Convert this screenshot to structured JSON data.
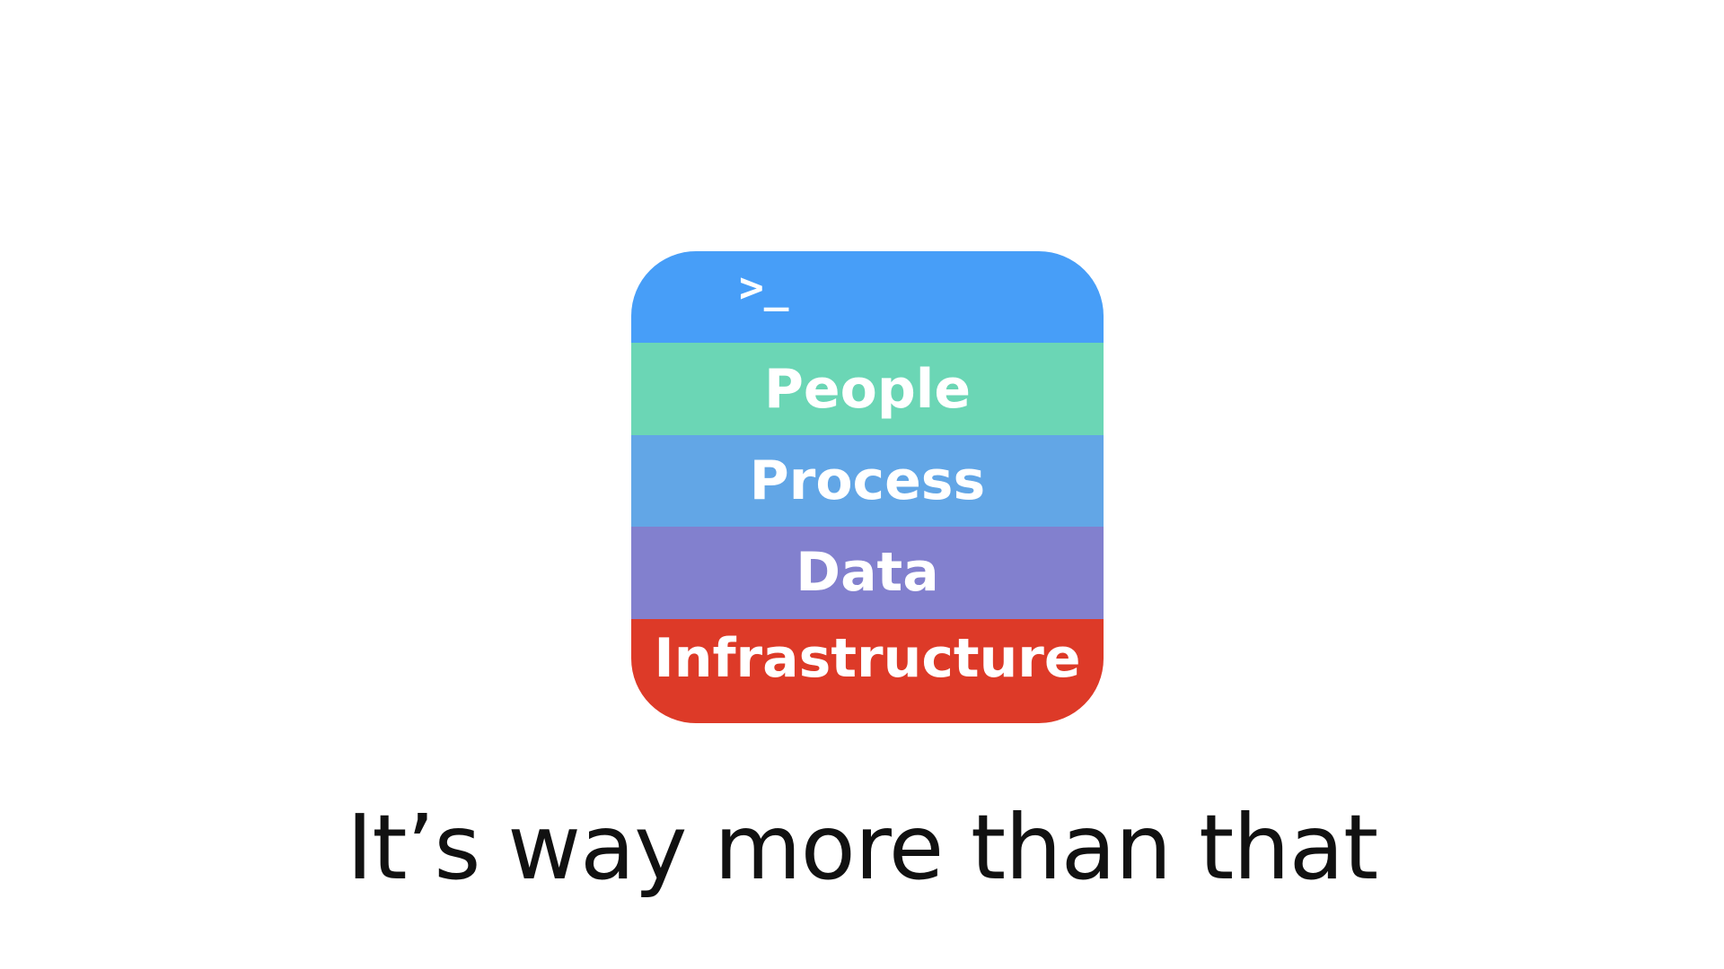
{
  "stack": {
    "layers": [
      {
        "id": "prompt",
        "label": ">_",
        "color": "#479ef8"
      },
      {
        "id": "people",
        "label": "People",
        "color": "#6bd6b5"
      },
      {
        "id": "process",
        "label": "Process",
        "color": "#62a6e6"
      },
      {
        "id": "data",
        "label": "Data",
        "color": "#8280ce"
      },
      {
        "id": "infrastructure",
        "label": "Infrastructure",
        "color": "#dd3a28"
      }
    ]
  },
  "caption": "It’s way more than that"
}
